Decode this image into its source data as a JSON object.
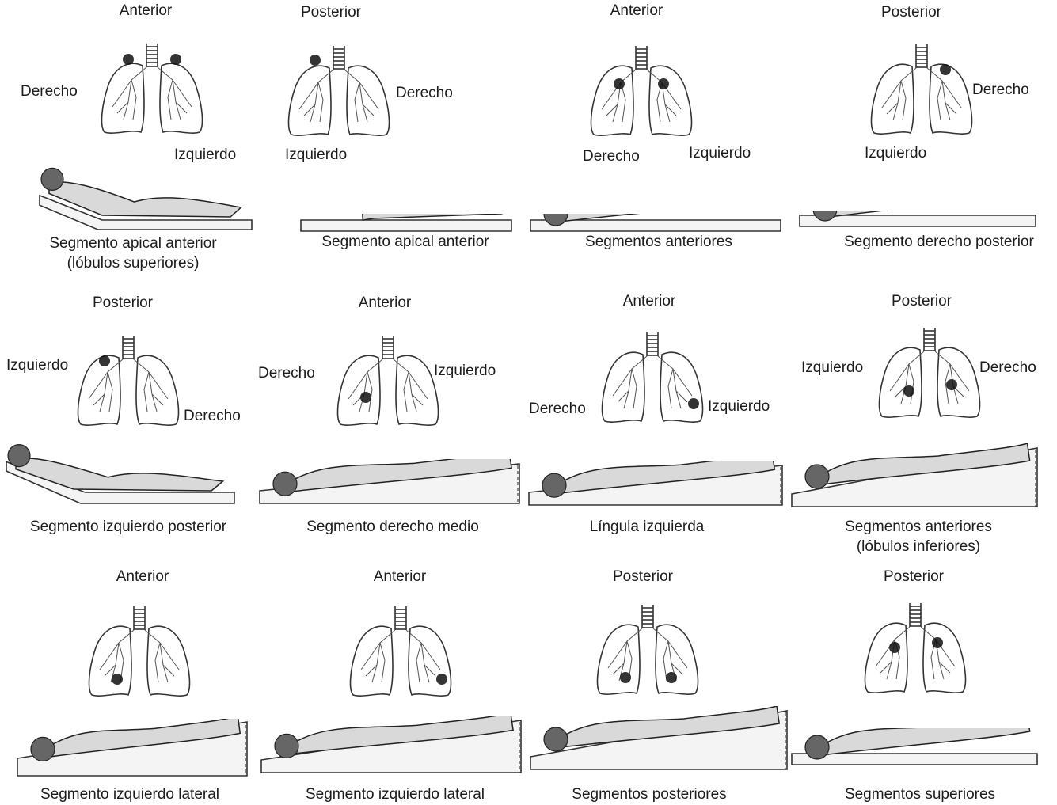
{
  "panels": [
    {
      "view": "Anterior",
      "left_label": "Derecho",
      "right_label": "Izquierdo",
      "caption": "Segmento apical anterior\n(lóbulos superiores)"
    },
    {
      "view": "Posterior",
      "left_label": "Izquierdo",
      "right_label": "Derecho",
      "caption": "Segmento apical anterior"
    },
    {
      "view": "Anterior",
      "left_label": "Derecho",
      "right_label": "Izquierdo",
      "caption": "Segmentos anteriores"
    },
    {
      "view": "Posterior",
      "left_label": "Izquierdo",
      "right_label": "Derecho",
      "caption": "Segmento derecho posterior"
    },
    {
      "view": "Posterior",
      "left_label": "Izquierdo",
      "right_label": "Derecho",
      "caption": "Segmento izquierdo posterior"
    },
    {
      "view": "Anterior",
      "left_label": "Derecho",
      "right_label": "Izquierdo",
      "caption": "Segmento derecho medio"
    },
    {
      "view": "Anterior",
      "left_label": "Derecho",
      "right_label": "Izquierdo",
      "caption": "Língula izquierda"
    },
    {
      "view": "Posterior",
      "left_label": "Izquierdo",
      "right_label": "Derecho",
      "caption": "Segmentos anteriores\n(lóbulos inferiores)"
    },
    {
      "view": "Anterior",
      "left_label": "",
      "right_label": "",
      "caption": "Segmento izquierdo lateral"
    },
    {
      "view": "Anterior",
      "left_label": "",
      "right_label": "",
      "caption": "Segmento izquierdo lateral"
    },
    {
      "view": "Posterior",
      "left_label": "",
      "right_label": "",
      "caption": "Segmentos posteriores"
    },
    {
      "view": "Posterior",
      "left_label": "",
      "right_label": "",
      "caption": "Segmentos superiores"
    }
  ]
}
